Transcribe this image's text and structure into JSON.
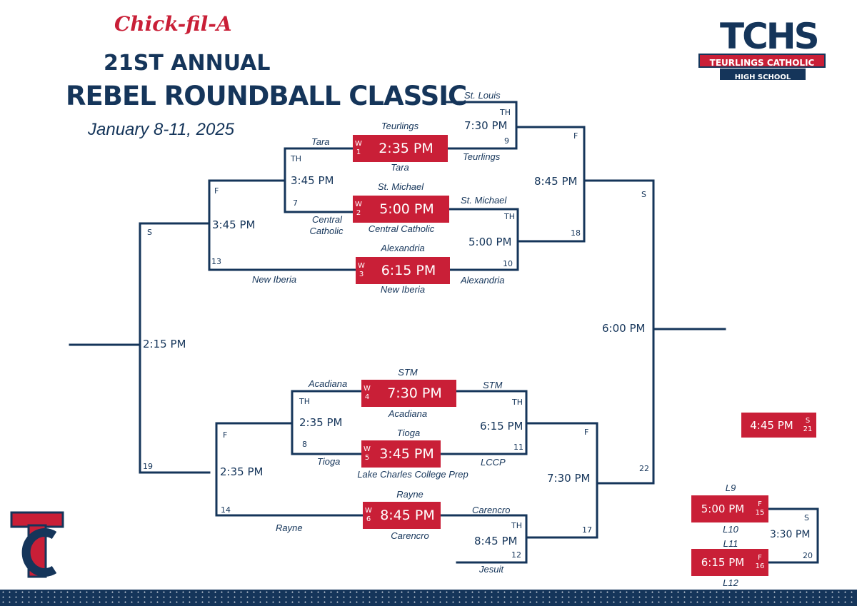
{
  "header": {
    "sponsor": "Chick-fil-A",
    "edition": "21ST ANNUAL",
    "title": "REBEL ROUNDBALL CLASSIC",
    "dates": "January 8-11, 2025"
  },
  "school_logo": {
    "abbr": "TCHS",
    "line1": "TEURLINGS CATHOLIC",
    "line2": "HIGH SCHOOL",
    "mono": "TC"
  },
  "colors": {
    "navy": "#15355a",
    "red": "#c91f37"
  },
  "bracket": {
    "g1": {
      "day": "W",
      "num": "1",
      "time": "2:35 PM",
      "top": "Teurlings",
      "bottom": "Tara"
    },
    "g2": {
      "day": "W",
      "num": "2",
      "time": "5:00 PM",
      "top": "St. Michael",
      "bottom": "Central Catholic"
    },
    "g3": {
      "day": "W",
      "num": "3",
      "time": "6:15 PM",
      "top": "Alexandria",
      "bottom": "New Iberia"
    },
    "g4": {
      "day": "W",
      "num": "4",
      "time": "7:30 PM",
      "top": "STM",
      "bottom": "Acadiana"
    },
    "g5": {
      "day": "W",
      "num": "5",
      "time": "3:45 PM",
      "top": "Tioga",
      "bottom": "Lake Charles College Prep"
    },
    "g6": {
      "day": "W",
      "num": "6",
      "time": "8:45 PM",
      "top": "Rayne",
      "bottom": "Carencro"
    },
    "g7": {
      "day": "TH",
      "num": "7",
      "time": "3:45 PM",
      "top": "Tara",
      "bottom_l1": "Central",
      "bottom_l2": "Catholic"
    },
    "g8": {
      "day": "TH",
      "num": "8",
      "time": "2:35 PM",
      "top": "Acadiana",
      "bottom": "Tioga"
    },
    "g9": {
      "day": "TH",
      "num": "9",
      "time": "7:30 PM",
      "top": "St. Louis",
      "bottom": "Teurlings"
    },
    "g10": {
      "day": "TH",
      "num": "10",
      "time": "5:00 PM",
      "top": "St. Michael",
      "bottom": "Alexandria"
    },
    "g11": {
      "day": "TH",
      "num": "11",
      "time": "6:15 PM",
      "top": "STM",
      "bottom": "LCCP"
    },
    "g12": {
      "day": "TH",
      "num": "12",
      "time": "8:45 PM",
      "top": "Carencro",
      "bottom": "Jesuit"
    },
    "g13": {
      "day": "F",
      "num": "13",
      "time": "3:45 PM",
      "bottom": "New Iberia"
    },
    "g14": {
      "day": "F",
      "num": "14",
      "time": "2:35 PM",
      "bottom": "Rayne"
    },
    "g15": {
      "day": "F",
      "num": "15",
      "time": "5:00 PM",
      "top": "L9",
      "bottom": "L10"
    },
    "g16": {
      "day": "F",
      "num": "16",
      "time": "6:15 PM",
      "top": "L11",
      "bottom": "L12"
    },
    "g17": {
      "day": "F",
      "num": "17",
      "time": "7:30 PM"
    },
    "g18": {
      "day": "F",
      "num": "18",
      "time": "8:45 PM"
    },
    "g19": {
      "day": "S",
      "num": "19",
      "time": "2:15 PM"
    },
    "g20": {
      "day": "S",
      "num": "20",
      "time": "3:30 PM"
    },
    "g21": {
      "day": "S",
      "num": "21",
      "time": "4:45 PM"
    },
    "g22": {
      "day": "S",
      "num": "22",
      "time": "6:00 PM"
    }
  }
}
